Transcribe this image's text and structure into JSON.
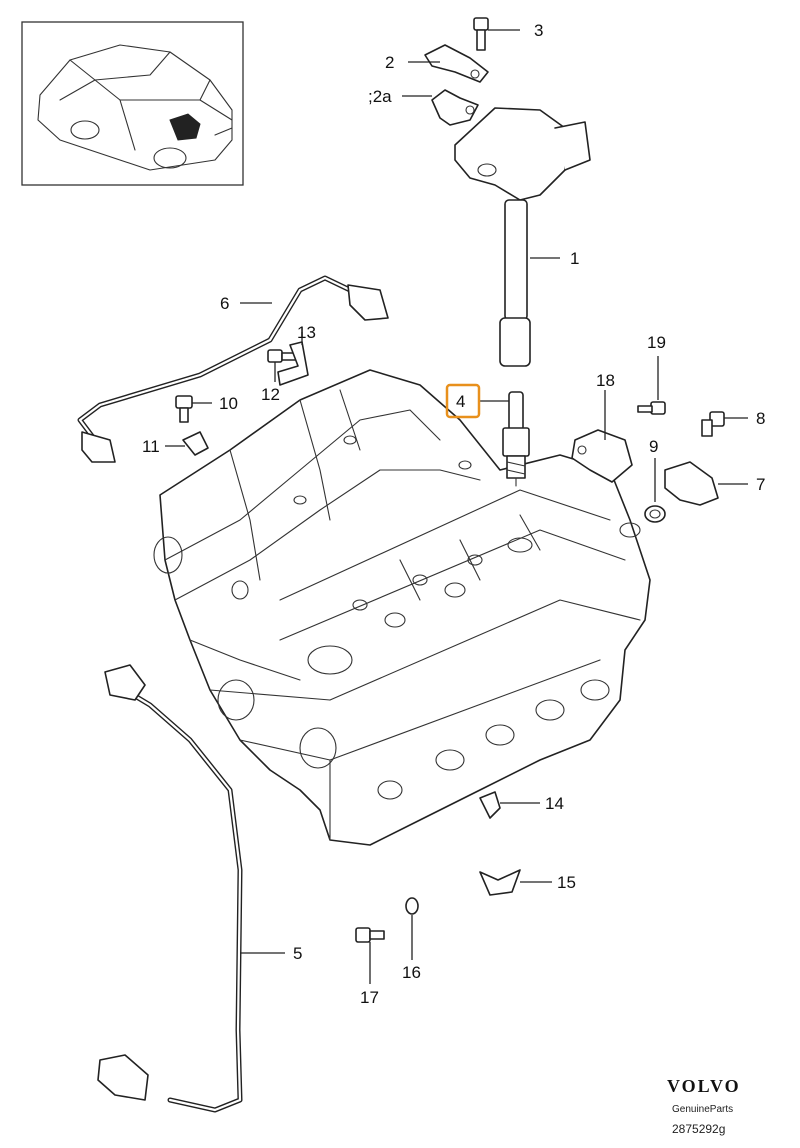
{
  "callouts": {
    "c1": "1",
    "c2": "2",
    "c2a": ";2a",
    "c3": "3",
    "c4": "4",
    "c5": "5",
    "c6": "6",
    "c7": "7",
    "c8": "8",
    "c9": "9",
    "c10": "10",
    "c11": "11",
    "c12": "12",
    "c13": "13",
    "c14": "14",
    "c15": "15",
    "c16": "16",
    "c17": "17",
    "c18": "18",
    "c19": "19"
  },
  "highlighted_part": "4",
  "highlight_color": "#e8901c",
  "brand": {
    "name": "VOLVO",
    "tagline": "GenuineParts",
    "diagram_code": "2875292g"
  }
}
